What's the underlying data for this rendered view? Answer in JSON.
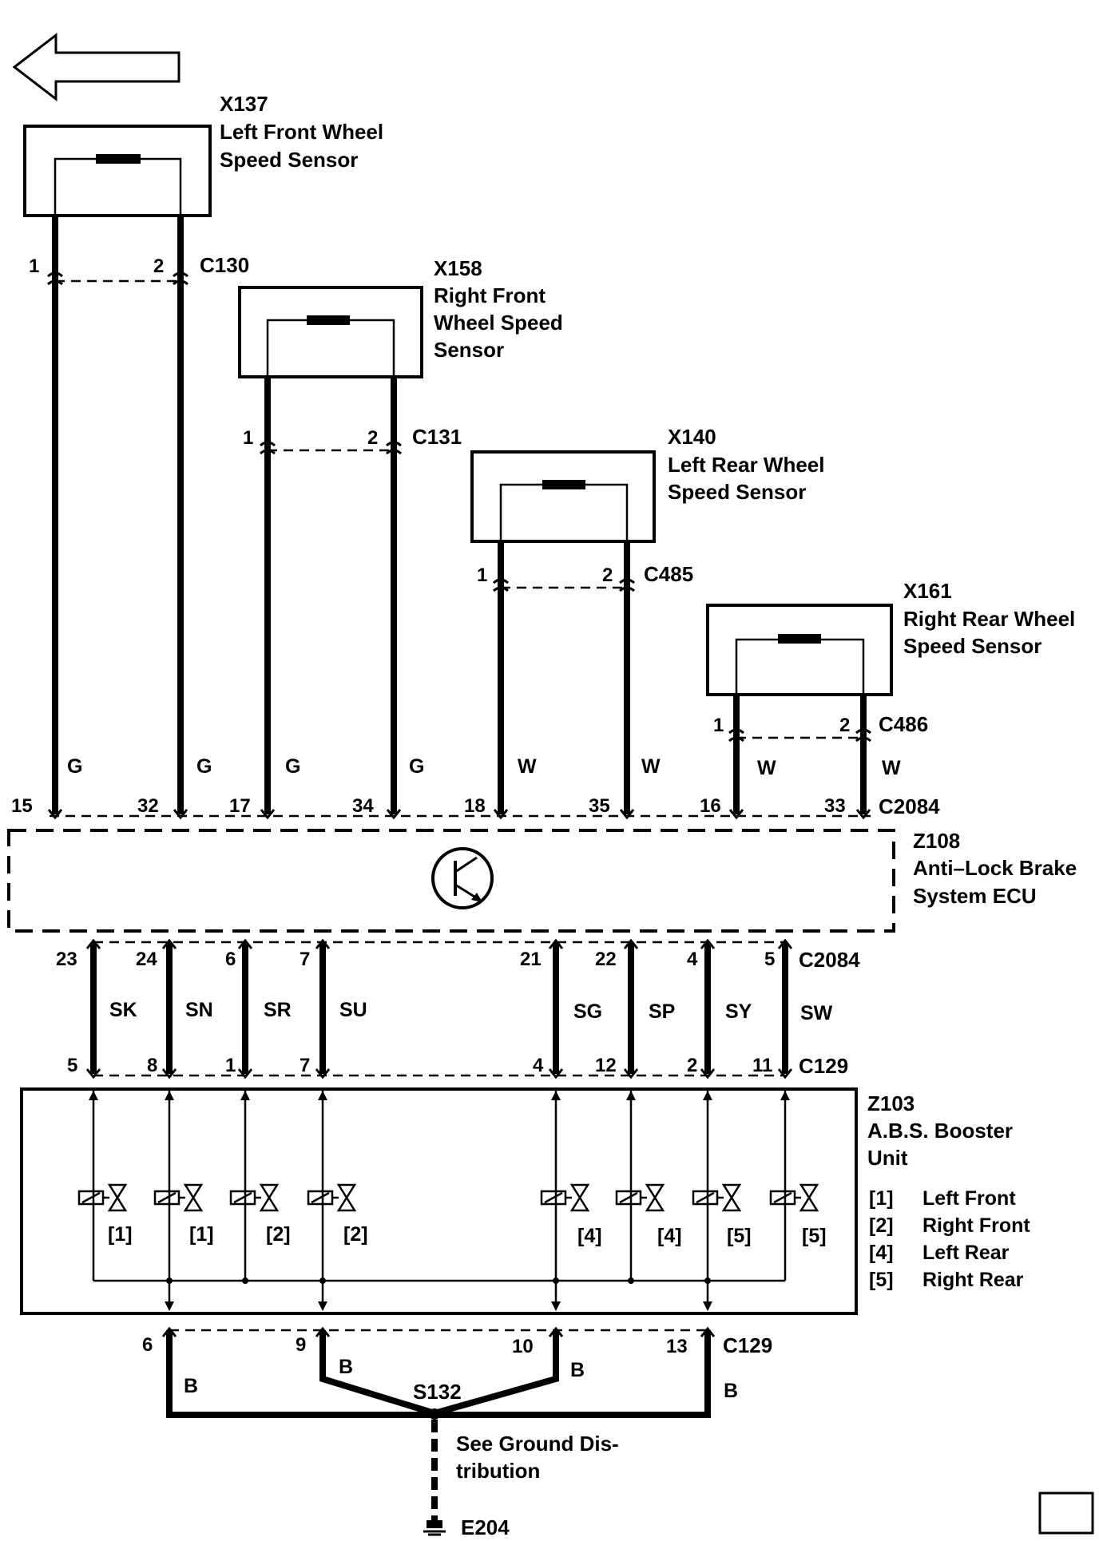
{
  "sensors": {
    "lf": {
      "id": "X137",
      "line1": "Left Front Wheel",
      "line2": "Speed Sensor",
      "connector": "C130",
      "pin_a": "1",
      "pin_b": "2"
    },
    "rf": {
      "id": "X158",
      "line1": "Right Front",
      "line2": "Wheel Speed",
      "line3": "Sensor",
      "connector": "C131",
      "pin_a": "1",
      "pin_b": "2"
    },
    "lr": {
      "id": "X140",
      "line1": "Left Rear Wheel",
      "line2": "Speed Sensor",
      "connector": "C485",
      "pin_a": "1",
      "pin_b": "2"
    },
    "rr": {
      "id": "X161",
      "line1": "Right Rear Wheel",
      "line2": "Speed Sensor",
      "connector": "C486",
      "pin_a": "1",
      "pin_b": "2"
    }
  },
  "ecu": {
    "id": "Z108",
    "line1": "Anti–Lock Brake",
    "line2": "System ECU",
    "top_connector": "C2084",
    "top_pins": [
      "15",
      "32",
      "17",
      "34",
      "18",
      "35",
      "16",
      "33"
    ],
    "top_colors": [
      "G",
      "G",
      "G",
      "G",
      "W",
      "W",
      "W",
      "W"
    ],
    "bottom_connector": "C2084",
    "bottom_pins": [
      "23",
      "24",
      "6",
      "7",
      "21",
      "22",
      "4",
      "5"
    ]
  },
  "harness": {
    "colors": [
      "SK",
      "SN",
      "SR",
      "SU",
      "SG",
      "SP",
      "SY",
      "SW"
    ],
    "c129_pins": [
      "5",
      "8",
      "1",
      "7",
      "4",
      "12",
      "2",
      "11"
    ],
    "c129_label": "C129"
  },
  "booster": {
    "id": "Z103",
    "line1": "A.B.S. Booster",
    "line2": "Unit",
    "valve_tags": [
      "[1]",
      "[1]",
      "[2]",
      "[2]",
      "[4]",
      "[4]",
      "[5]",
      "[5]"
    ],
    "legend": [
      {
        "key": "[1]",
        "text": "Left Front"
      },
      {
        "key": "[2]",
        "text": "Right Front"
      },
      {
        "key": "[4]",
        "text": "Left Rear"
      },
      {
        "key": "[5]",
        "text": "Right Rear"
      }
    ]
  },
  "ground": {
    "connector": "C129",
    "pins": [
      "6",
      "9",
      "10",
      "13"
    ],
    "colors": [
      "B",
      "B",
      "B",
      "B"
    ],
    "splice": "S132",
    "note1": "See Ground Dis-",
    "note2": "tribution",
    "ground_id": "E204"
  }
}
